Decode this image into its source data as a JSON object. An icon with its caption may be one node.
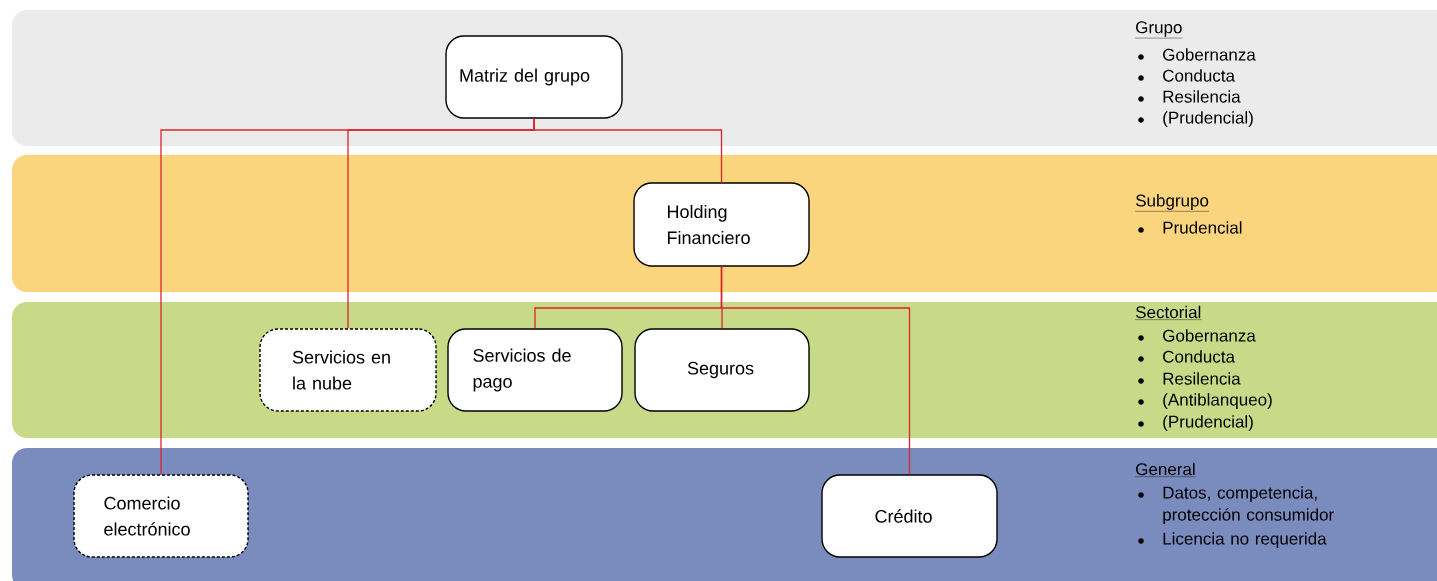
{
  "diagram": {
    "nodes": [
      {
        "text": [
          "Grupo",
          "Gobernanza",
          "Conducta",
          "Resilencia",
          "(Prudencial)"
        ]
      },
      {
        "text": [
          "Matriz del grupo"
        ],
        "in": 0
      },
      {
        "text": [
          "Subgrupo",
          "Prudencial"
        ]
      },
      {
        "text": [
          "Holding Financiero"
        ],
        "in": 2
      },
      {
        "text": [
          "Sectorial",
          "Gobernanza",
          "Conducta",
          "Resilencia",
          "(Antiblanqueo)",
          "(Prudencial)"
        ]
      },
      {
        "text": [
          "Servicios en la nube"
        ],
        "in": 4
      },
      {
        "text": [
          "Servicios de pago"
        ],
        "in": 4
      },
      {
        "text": [
          "Seguros"
        ],
        "in": 4
      },
      {
        "text": [
          "General",
          "Datos, competencia, protección consumidor",
          "Licencia no requerida"
        ]
      },
      {
        "text": [
          "Comercio electrónico"
        ],
        "in": 8
      },
      {
        "text": [
          "Crédito"
        ],
        "in": 8
      }
    ],
    "edges": [
      {
        "from": 1,
        "to": 9,
        "arrow": "none"
      },
      {
        "from": 1,
        "to": 5,
        "arrow": "none"
      },
      {
        "from": 1,
        "to": 3,
        "arrow": "none"
      },
      {
        "from": 3,
        "to": 6,
        "arrow": "none"
      },
      {
        "from": 3,
        "to": 7,
        "arrow": "none"
      },
      {
        "from": 3,
        "to": 10,
        "arrow": "none"
      }
    ]
  }
}
